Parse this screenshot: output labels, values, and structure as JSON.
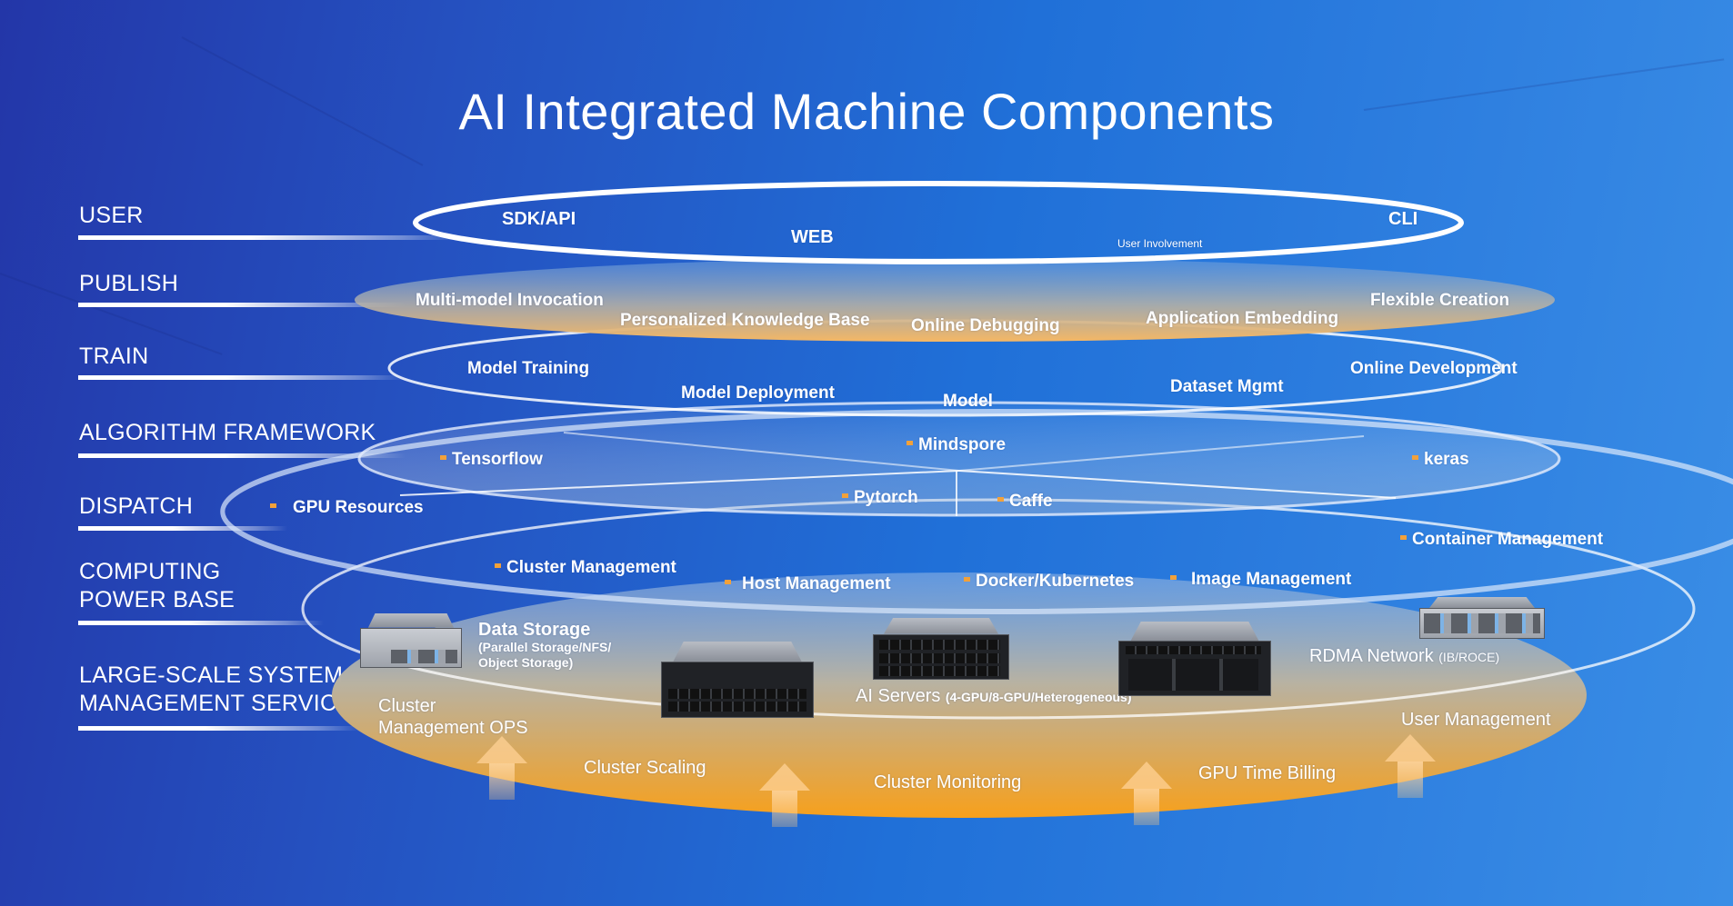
{
  "title": "AI Integrated Machine Components",
  "layers": [
    {
      "id": "user",
      "label": "USER"
    },
    {
      "id": "publish",
      "label": "PUBLISH"
    },
    {
      "id": "train",
      "label": "TRAIN"
    },
    {
      "id": "algorithm",
      "label": "ALGORITHM FRAMEWORK"
    },
    {
      "id": "dispatch",
      "label": "DISPATCH"
    },
    {
      "id": "computing",
      "label_line1": "COMPUTING",
      "label_line2": "POWER BASE"
    },
    {
      "id": "management",
      "label_line1": "LARGE-SCALE SYSTEM",
      "label_line2": "MANAGEMENT SERVICES"
    }
  ],
  "user_ring": {
    "items": [
      "SDK/API",
      "WEB",
      "CLI"
    ],
    "note": "User Involvement"
  },
  "publish_ring": {
    "items": [
      "Multi-model Invocation",
      "Personalized Knowledge Base",
      "Online Debugging",
      "Application Embedding",
      "Flexible Creation"
    ]
  },
  "train_ring": {
    "items": [
      "Model Training",
      "Model Deployment",
      "Model",
      "Dataset Mgmt",
      "Online Development"
    ]
  },
  "algorithm_ring": {
    "items": [
      "Tensorflow",
      "Mindspore",
      "keras",
      "Pytorch",
      "Caffe"
    ]
  },
  "dispatch_ring": {
    "items": [
      "GPU Resources",
      "Cluster Management",
      "Host Management",
      "Docker/Kubernetes",
      "Image Management",
      "Container Management"
    ]
  },
  "computing_base": {
    "data_storage": {
      "label": "Data Storage",
      "detail_line1": "(Parallel Storage/NFS/",
      "detail_line2": "Object Storage)"
    },
    "ai_servers": {
      "label": "AI Servers",
      "detail": "(4-GPU/8-GPU/Heterogeneous)"
    },
    "rdma": {
      "label": "RDMA Network",
      "detail": "(IB/ROCE)"
    }
  },
  "management_services": {
    "items": [
      "Cluster Management OPS",
      "Cluster Scaling",
      "Cluster Monitoring",
      "GPU Time Billing",
      "User Management"
    ],
    "ops_line1": "Cluster",
    "ops_line2": "Management OPS"
  },
  "colors": {
    "bullet": "#f2a13a",
    "orange_fill": "#f5a020",
    "ring_stroke": "#ffffff"
  }
}
